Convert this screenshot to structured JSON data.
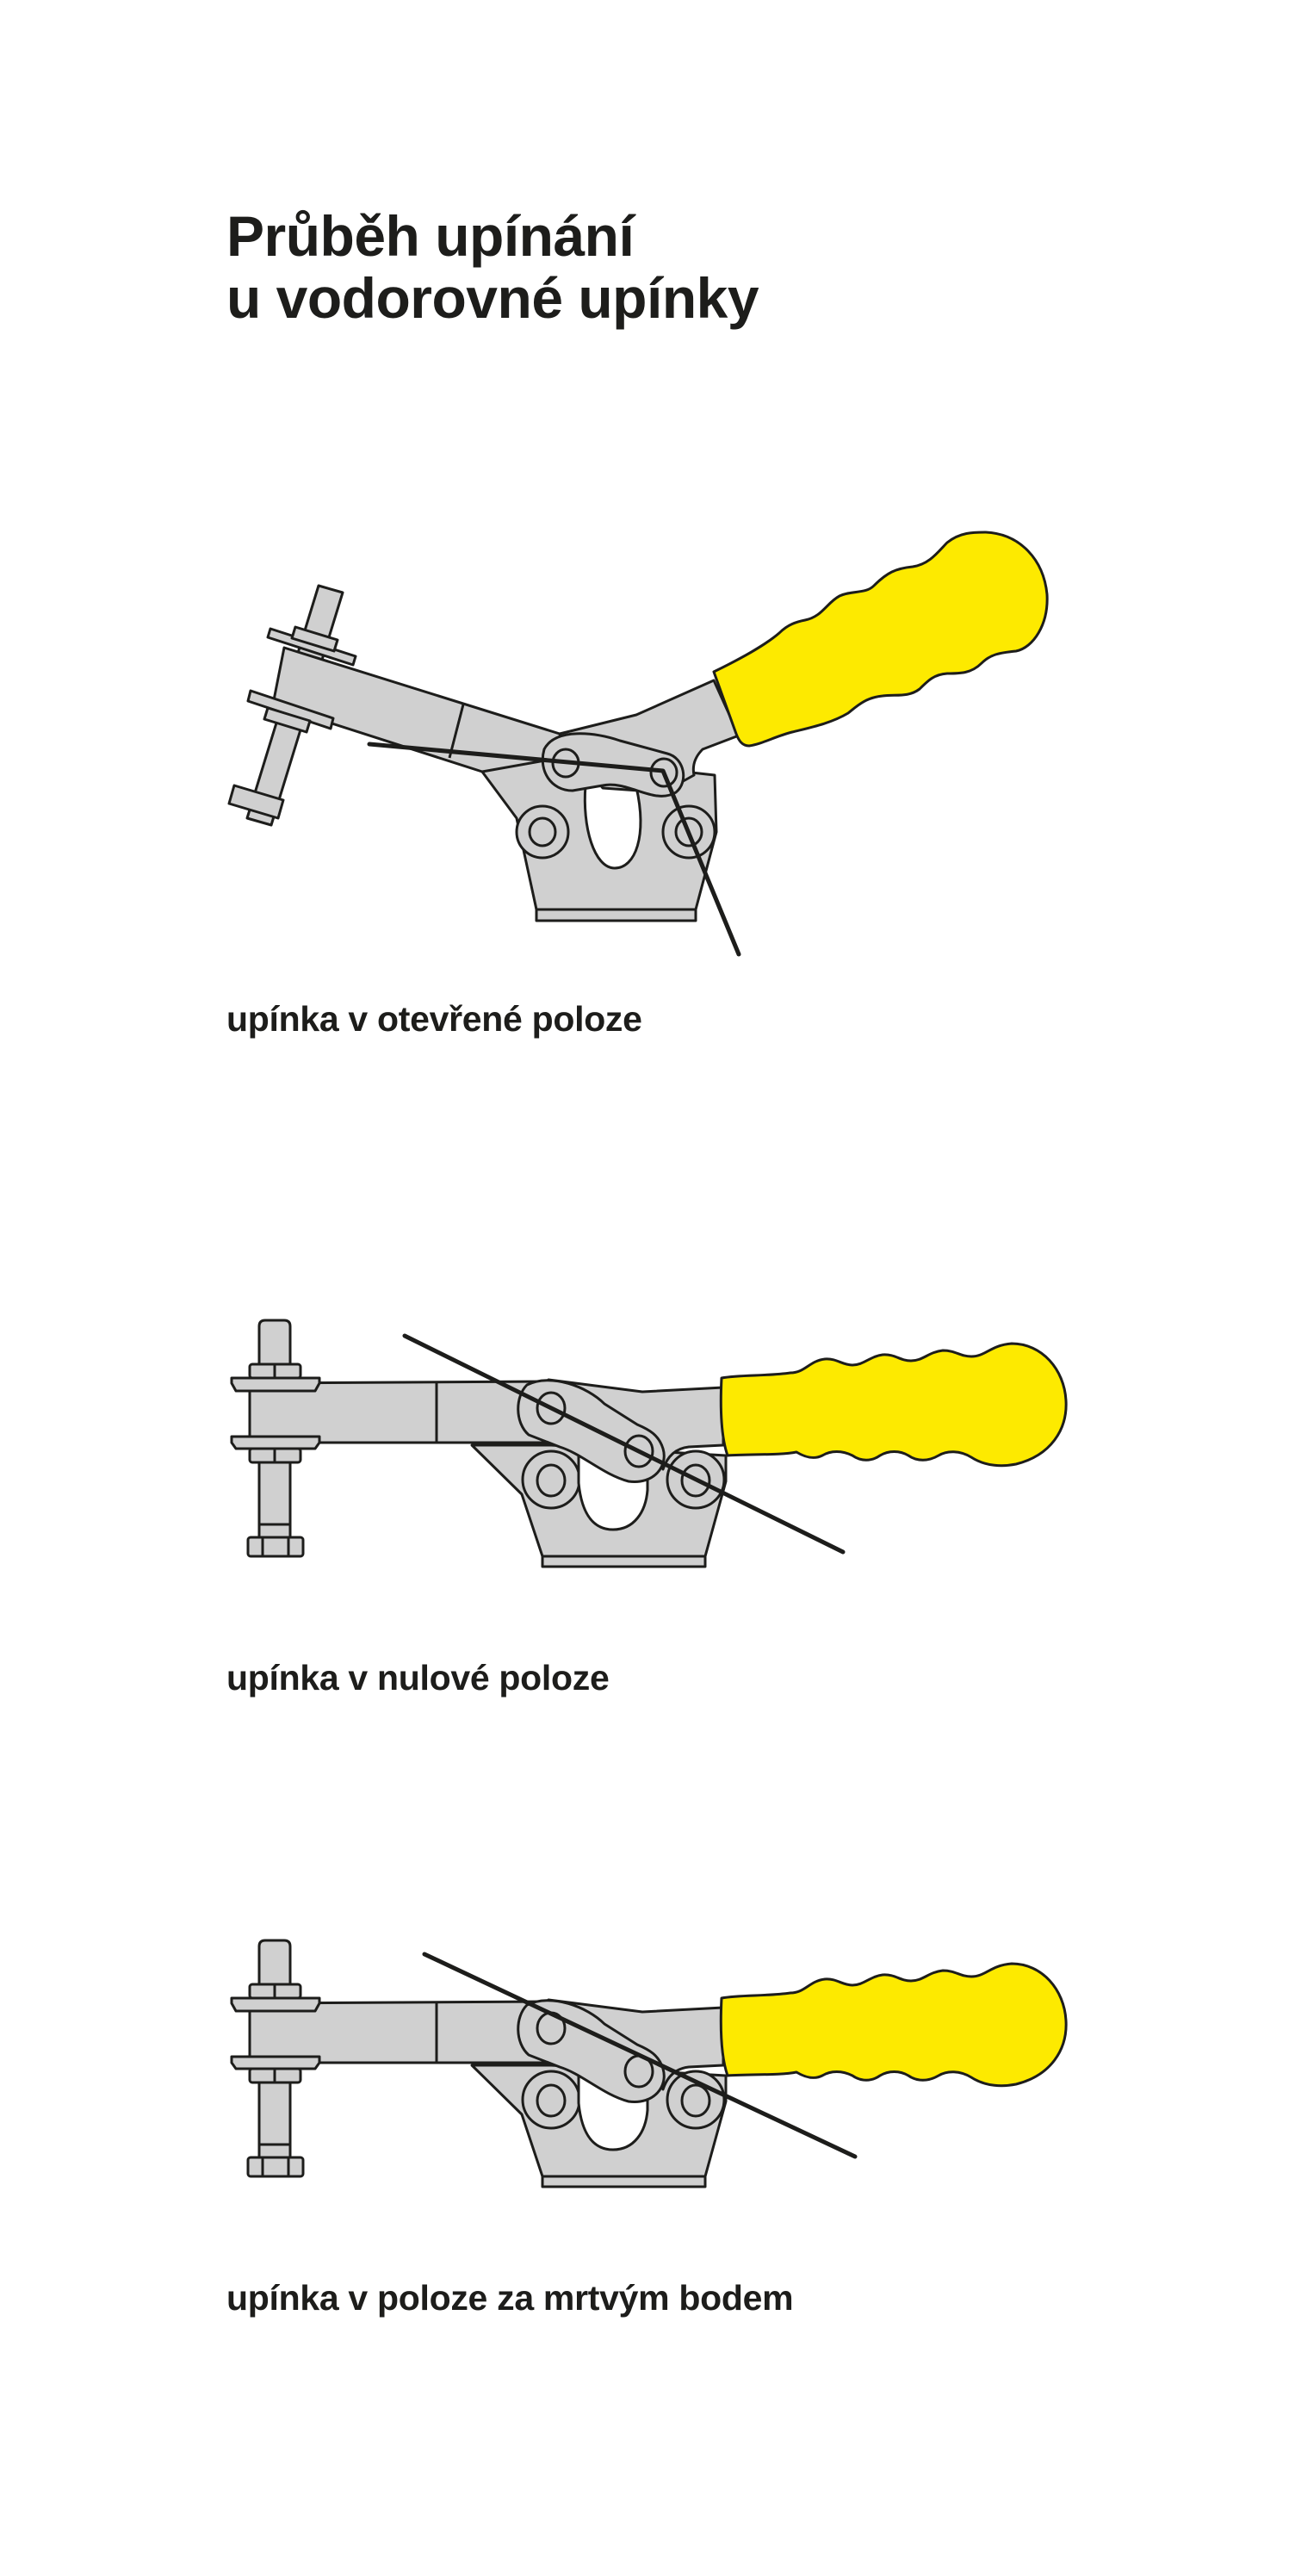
{
  "title": {
    "line1": "Průběh upínání",
    "line2": "u vodorovné upínky"
  },
  "figures": [
    {
      "caption": "upínka v otevřené poloze"
    },
    {
      "caption": "upínka v nulové poloze"
    },
    {
      "caption": "upínka v poloze za mrtvým bodem"
    }
  ],
  "colors": {
    "text": "#1d1d1b",
    "metal": "#d0d0d0",
    "handle_grip": "#fdea00",
    "background": "#ffffff"
  }
}
